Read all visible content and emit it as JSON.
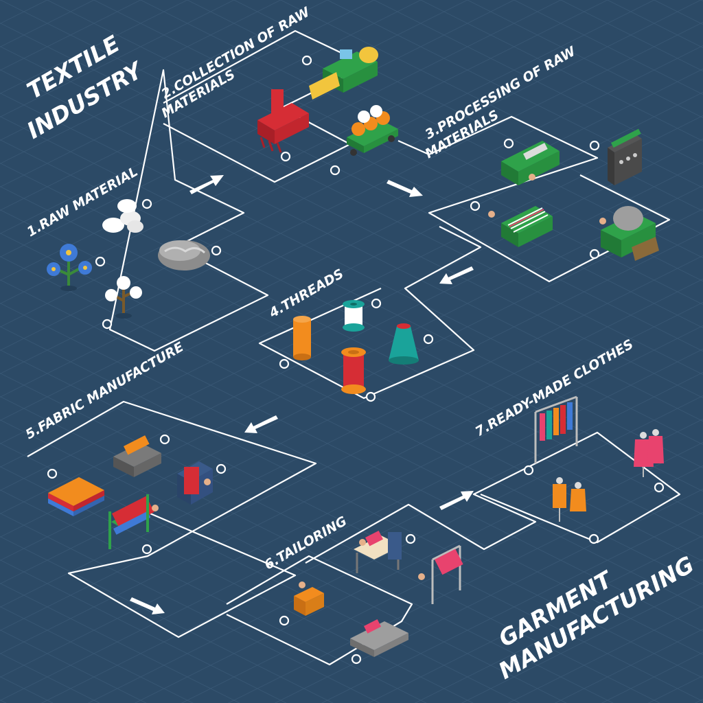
{
  "title": {
    "line1": "TEXTILE",
    "line2": "INDUSTRY"
  },
  "footer": {
    "line1": "GARMENT",
    "line2": "MANUFACTURING"
  },
  "steps": [
    {
      "label": "1.RAW MATERIAL"
    },
    {
      "label": "2.COLLECTION OF RAW",
      "label2": "MATERIALS"
    },
    {
      "label": "3.PROCESSING OF RAW",
      "label2": "MATERIALS"
    },
    {
      "label": "4.THREADS"
    },
    {
      "label": "5.FABRIC MANUFACTURE"
    },
    {
      "label": "6.TAILORING"
    },
    {
      "label": "7.READY-MADE CLOTHES"
    }
  ],
  "colors": {
    "background": "#2c4a66",
    "grid": "#3b5a78",
    "lines": "#ffffff",
    "green": "#2fa24a",
    "red": "#d62d35",
    "orange": "#f28c1e",
    "teal": "#1aa39a",
    "pink": "#e8436e"
  },
  "icons": [
    "cotton-balls-icon",
    "flax-flower-icon",
    "cotton-plant-icon",
    "wool-fleece-icon",
    "combine-harvester-icon",
    "red-harvester-icon",
    "bale-trailer-icon",
    "green-loom-icon",
    "spinning-machine-icon",
    "weaving-machine-icon",
    "carding-machine-icon",
    "spool-icon",
    "fabric-stack-icon",
    "sewing-machine-icon",
    "clothes-rack-icon",
    "mannequin-icon"
  ]
}
